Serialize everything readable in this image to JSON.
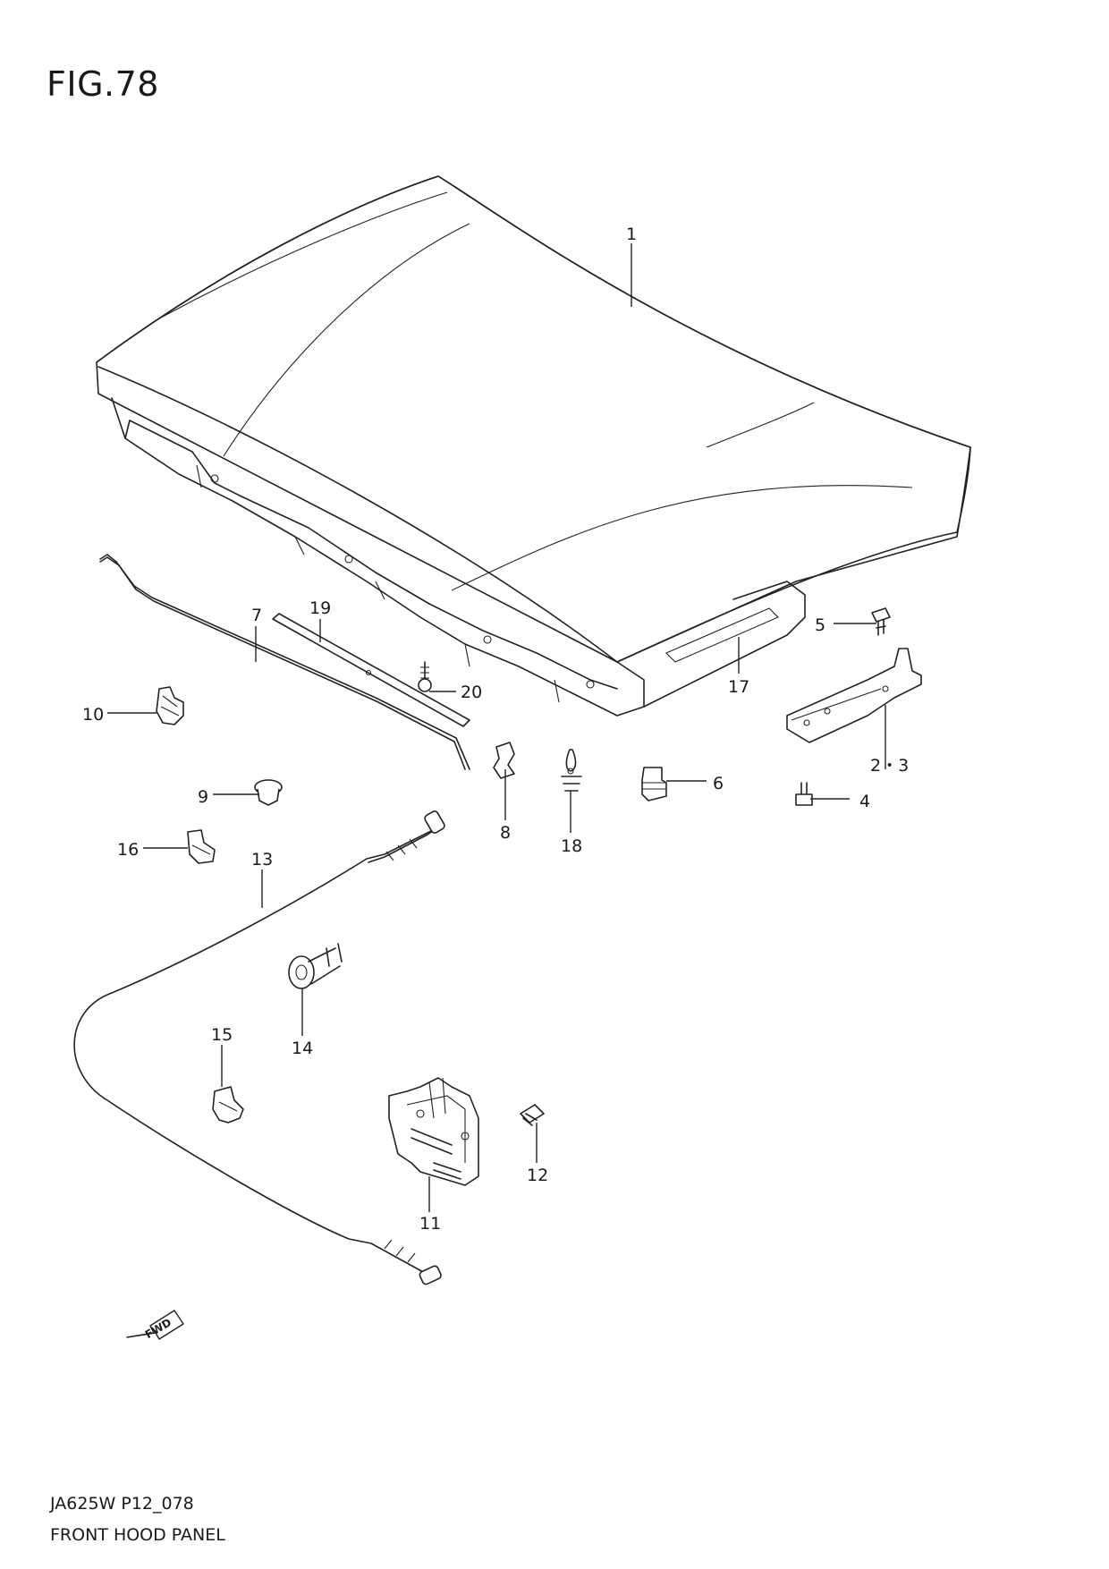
{
  "figure": {
    "title": "FIG.78",
    "code": "JA625W P12_078",
    "name": "FRONT HOOD PANEL",
    "direction_label": "FWD"
  },
  "callouts": [
    {
      "id": "c1",
      "label": "1"
    },
    {
      "id": "c23",
      "label": "2・3"
    },
    {
      "id": "c4",
      "label": "4"
    },
    {
      "id": "c5",
      "label": "5"
    },
    {
      "id": "c6",
      "label": "6"
    },
    {
      "id": "c7",
      "label": "7"
    },
    {
      "id": "c8",
      "label": "8"
    },
    {
      "id": "c9",
      "label": "9"
    },
    {
      "id": "c10",
      "label": "10"
    },
    {
      "id": "c11",
      "label": "11"
    },
    {
      "id": "c12",
      "label": "12"
    },
    {
      "id": "c13",
      "label": "13"
    },
    {
      "id": "c14",
      "label": "14"
    },
    {
      "id": "c15",
      "label": "15"
    },
    {
      "id": "c16",
      "label": "16"
    },
    {
      "id": "c17",
      "label": "17"
    },
    {
      "id": "c18",
      "label": "18"
    },
    {
      "id": "c19",
      "label": "19"
    },
    {
      "id": "c20",
      "label": "20"
    }
  ]
}
